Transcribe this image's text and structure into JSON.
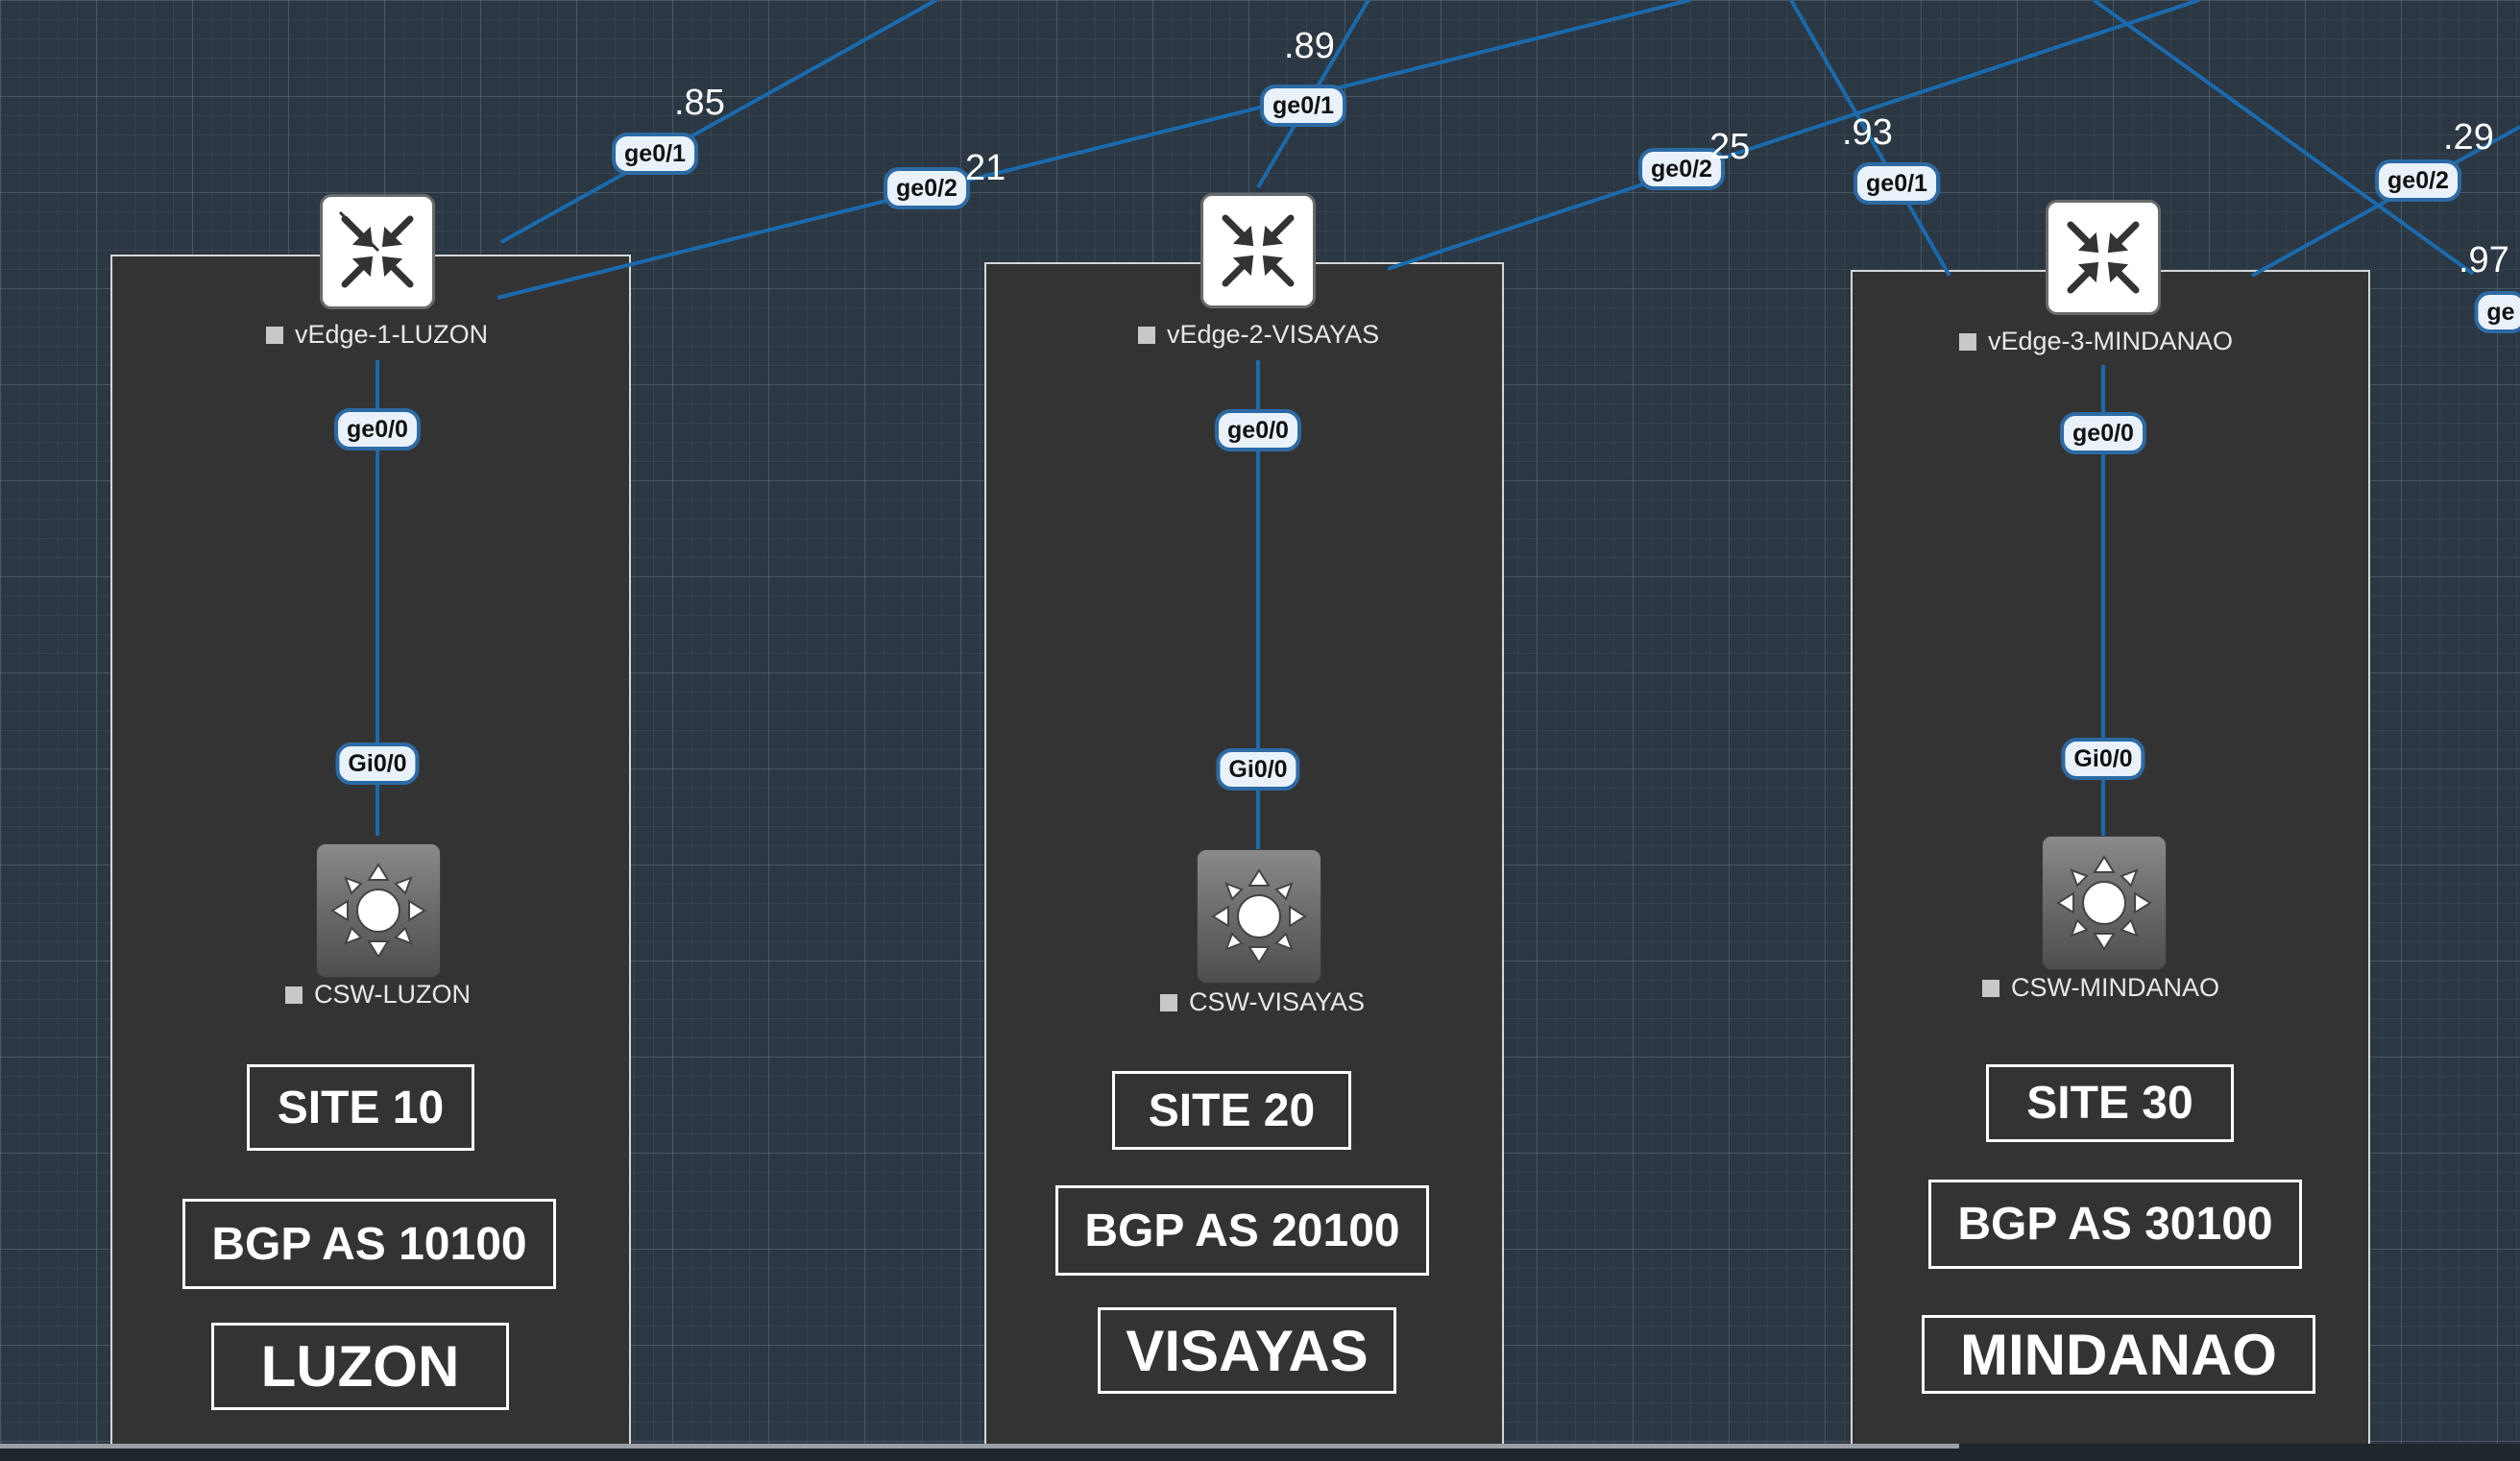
{
  "colors": {
    "link": "#1a6aad",
    "site_box_bg": "#333333",
    "canvas_bg": "#2b3742",
    "port_bg": "#e9f2fb",
    "port_border": "#2c6aa4"
  },
  "sites": [
    {
      "router": {
        "name": "vEdge-1-LUZON",
        "icon": "router-icon"
      },
      "switch": {
        "name": "CSW-LUZON",
        "icon": "switch-icon"
      },
      "router_port": "ge0/0",
      "switch_port": "Gi0/0",
      "site_label": "SITE 10",
      "bgp_label": "BGP AS 10100",
      "region_label": "LUZON"
    },
    {
      "router": {
        "name": "vEdge-2-VISAYAS",
        "icon": "router-icon"
      },
      "switch": {
        "name": "CSW-VISAYAS",
        "icon": "switch-icon"
      },
      "router_port": "ge0/0",
      "switch_port": "Gi0/0",
      "site_label": "SITE 20",
      "bgp_label": "BGP AS 20100",
      "region_label": "VISAYAS"
    },
    {
      "router": {
        "name": "vEdge-3-MINDANAO",
        "icon": "router-icon"
      },
      "switch": {
        "name": "CSW-MINDANAO",
        "icon": "switch-icon"
      },
      "router_port": "ge0/0",
      "switch_port": "Gi0/0",
      "site_label": "SITE 30",
      "bgp_label": "BGP AS 30100",
      "region_label": "MINDANAO"
    }
  ],
  "uplink_ports": [
    "ge0/1",
    "ge0/2",
    "ge0/1",
    "ge0/2",
    "ge0/1",
    "ge0/2",
    "ge"
  ],
  "ip_suffixes": [
    ".85",
    "21",
    ".89",
    "25",
    ".93",
    ".29",
    ".97"
  ]
}
